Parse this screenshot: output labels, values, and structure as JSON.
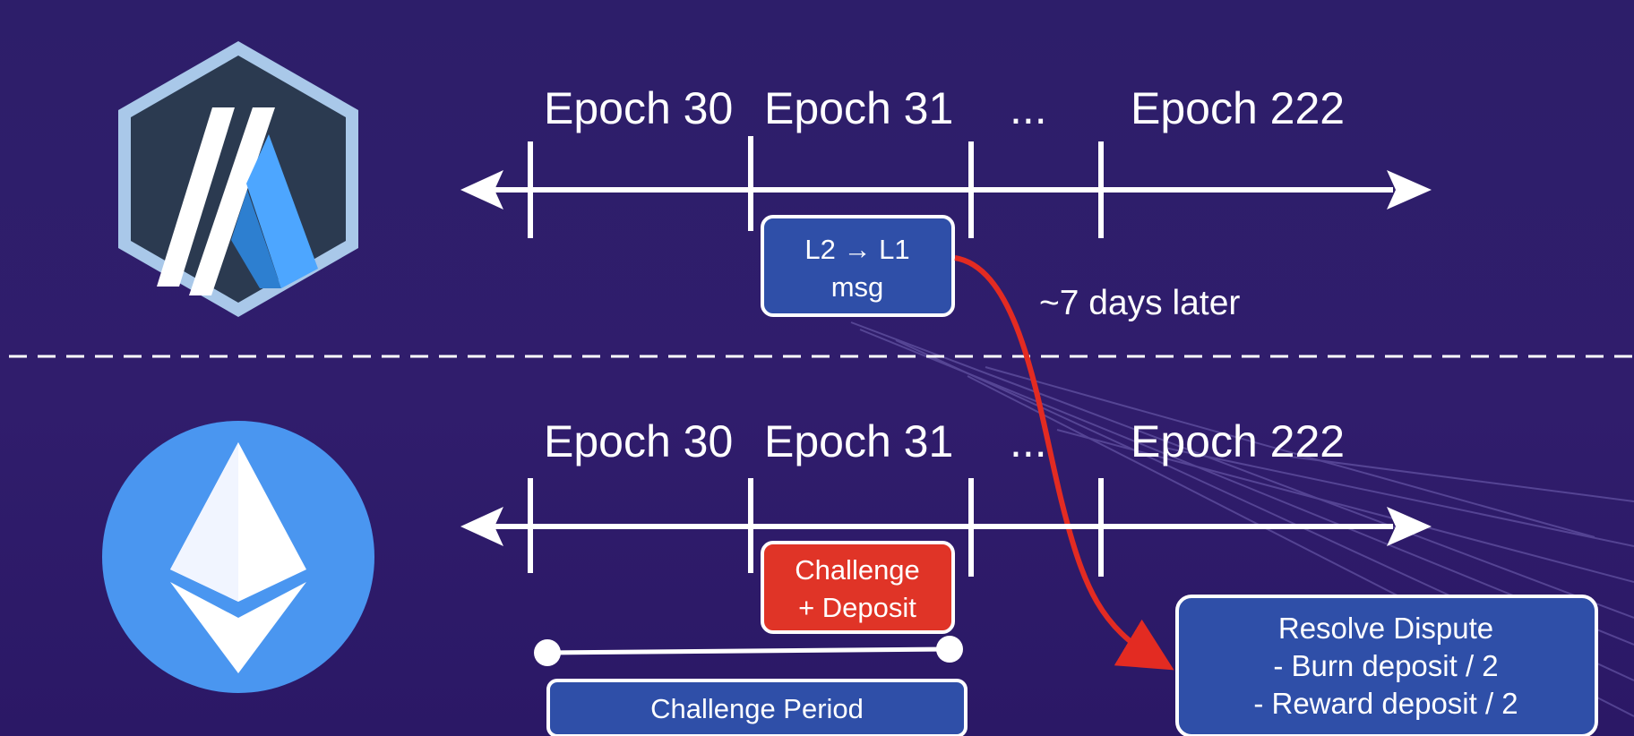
{
  "top_timeline": {
    "epochs": [
      "Epoch 30",
      "Epoch 31",
      "...",
      "Epoch 222"
    ]
  },
  "bottom_timeline": {
    "epochs": [
      "Epoch 30",
      "Epoch 31",
      "...",
      "Epoch 222"
    ]
  },
  "message_box": {
    "line1": "L2 → L1",
    "line2": "msg"
  },
  "delay_note": "~7 days later",
  "challenge_box": {
    "line1": "Challenge",
    "line2": "+ Deposit"
  },
  "challenge_period": "Challenge Period",
  "resolve_box": {
    "line1": "Resolve Dispute",
    "line2": "- Burn deposit / 2",
    "line3": "- Reward deposit / 2"
  },
  "logos": {
    "top": "arbitrum-logo-icon",
    "bottom": "ethereum-logo-icon"
  },
  "colors": {
    "background": "#2d1e6a",
    "box_blue": "#2f4fa8",
    "box_red": "#e03427",
    "arrow_red": "#e32b22",
    "eth_blue": "#4a96f0",
    "arb_dark": "#2b3a50",
    "arb_blue": "#4da6ff"
  }
}
